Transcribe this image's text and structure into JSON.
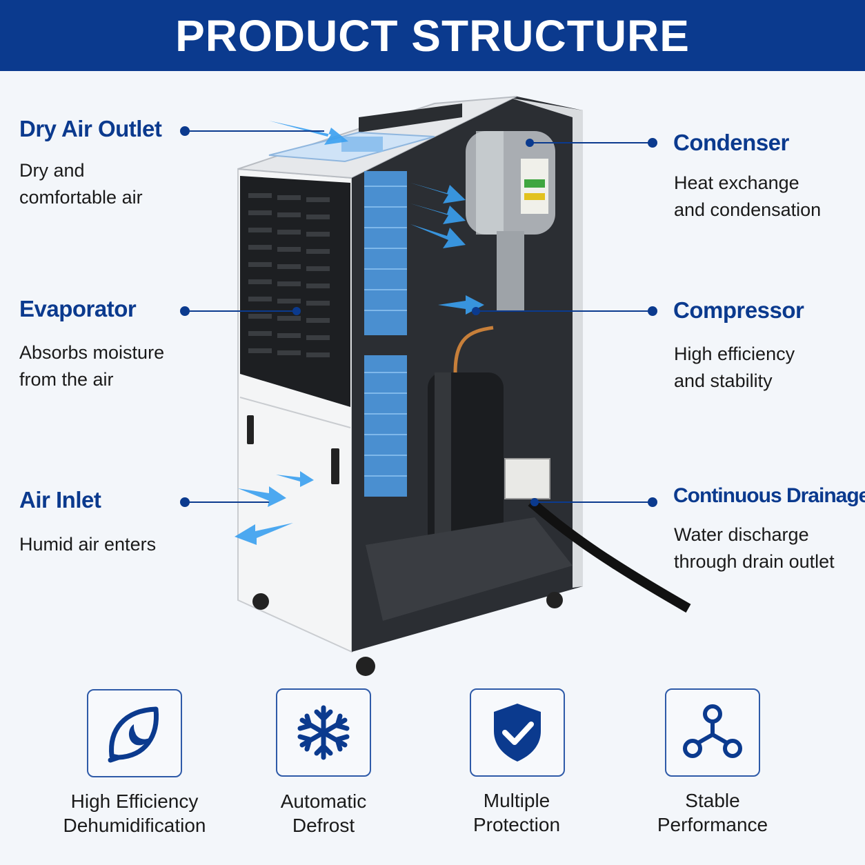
{
  "header": {
    "title": "PRODUCT STRUCTURE"
  },
  "callouts": {
    "dry_air_outlet": {
      "title": "Dry Air Outlet",
      "desc_line1": "Dry and",
      "desc_line2": "comfortable air"
    },
    "evaporator": {
      "title": "Evaporator",
      "desc_line1": "Absorbs moisture",
      "desc_line2": "from the air"
    },
    "air_inlet": {
      "title": "Air Inlet",
      "desc_line1": "Humid air enters"
    },
    "condenser": {
      "title": "Condenser",
      "desc_line1": "Heat exchange",
      "desc_line2": "and condensation"
    },
    "compressor": {
      "title": "Compressor",
      "desc_line1": "High efficiency",
      "desc_line2": "and stability"
    },
    "continuous_drainage": {
      "title": "Continuous Drainage",
      "desc_line1": "Water discharge",
      "desc_line2": "through drain outlet"
    }
  },
  "features": [
    {
      "icon": "leaf-moon-icon",
      "line1": "High Efficiency",
      "line2": "Dehumidification"
    },
    {
      "icon": "snowflake-icon",
      "line1": "Automatic",
      "line2": "Defrost"
    },
    {
      "icon": "shield-check-icon",
      "line1": "Multiple",
      "line2": "Protection"
    },
    {
      "icon": "nodes-icon",
      "line1": "Stable",
      "line2": "Performance"
    }
  ],
  "colors": {
    "brand": "#0b3a8e",
    "accent": "#2e5aa8",
    "airflow": "#3aa0f0",
    "background": "#f3f6fa"
  }
}
